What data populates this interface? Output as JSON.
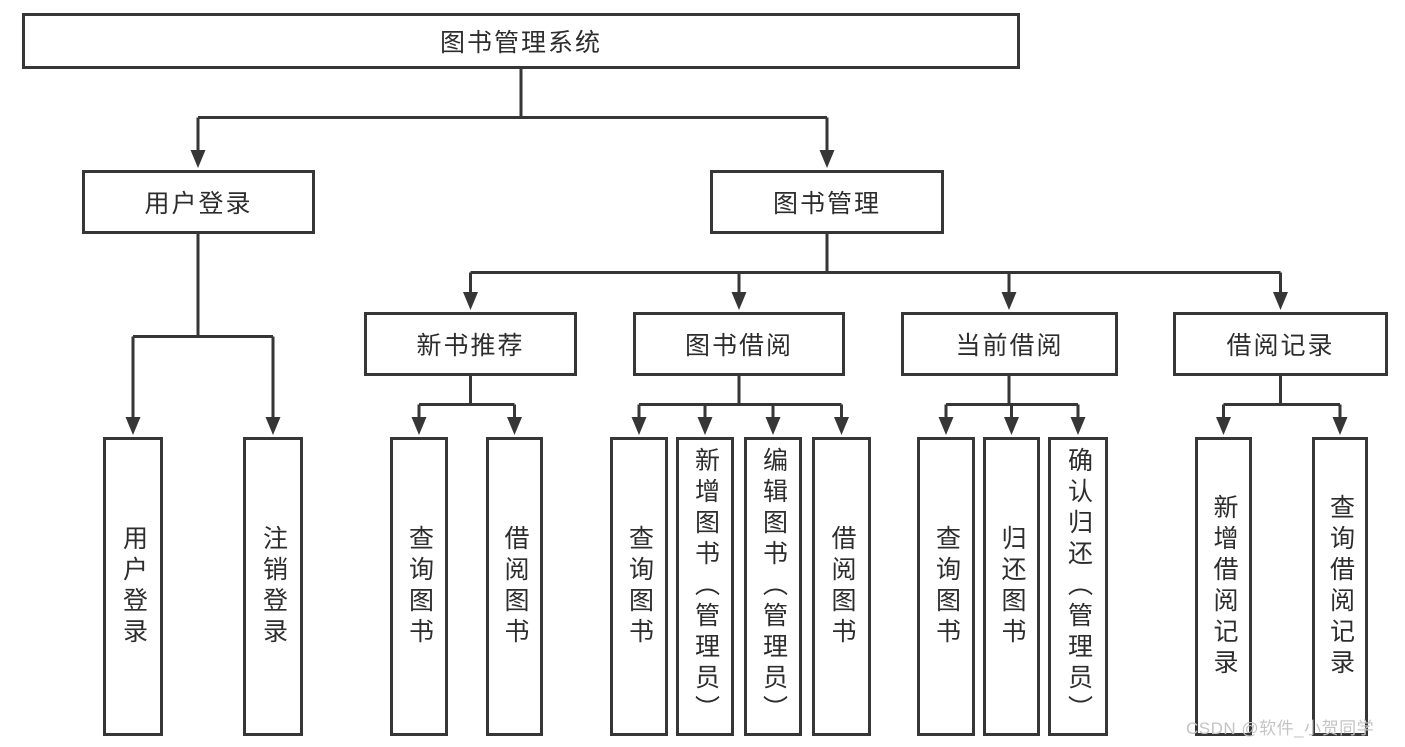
{
  "diagram": {
    "root": {
      "label": "图书管理系统"
    },
    "user_login": {
      "label": "用户登录",
      "children": [
        {
          "label": "用户登录"
        },
        {
          "label": "注销登录"
        }
      ]
    },
    "book_mgmt": {
      "label": "图书管理",
      "groups": [
        {
          "label": "新书推荐",
          "children": [
            {
              "label": "查询图书"
            },
            {
              "label": "借阅图书"
            }
          ]
        },
        {
          "label": "图书借阅",
          "children": [
            {
              "label": "查询图书"
            },
            {
              "label": "新增图书（管理员）"
            },
            {
              "label": "编辑图书（管理员）"
            },
            {
              "label": "借阅图书"
            }
          ]
        },
        {
          "label": "当前借阅",
          "children": [
            {
              "label": "查询图书"
            },
            {
              "label": "归还图书"
            },
            {
              "label": "确认归还（管理员）"
            }
          ]
        },
        {
          "label": "借阅记录",
          "children": [
            {
              "label": "新增借阅记录"
            },
            {
              "label": "查询借阅记录"
            }
          ]
        }
      ]
    },
    "watermark": "CSDN @软件_小贺同学",
    "colors": {
      "line": "#363636",
      "box_border": "#363636",
      "text": "#2d2d2d",
      "watermark": "#c4c4c4",
      "background": "#ffffff"
    }
  }
}
